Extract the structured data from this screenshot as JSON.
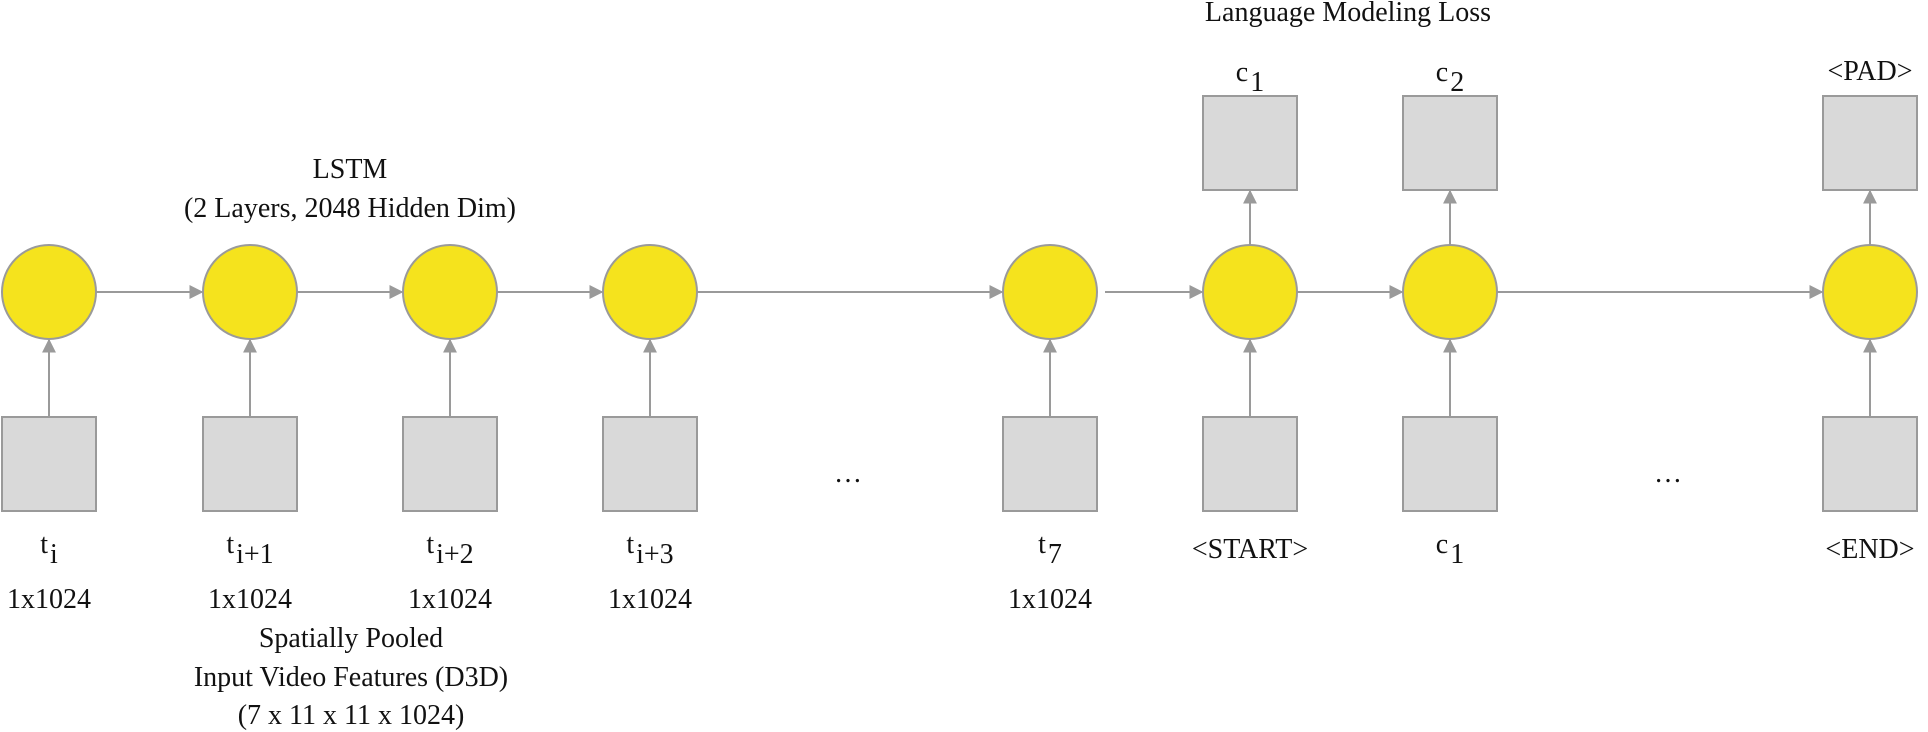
{
  "header": {
    "loss_title": "Language Modeling Loss",
    "lstm_title": "LSTM",
    "lstm_subtitle": "(2 Layers, 2048 Hidden Dim)"
  },
  "footer": {
    "features_line1": "Spatially Pooled",
    "features_line2": "Input Video Features (D3D)",
    "features_line3": "(7 x 11 x 11 x 1024)"
  },
  "inputs": [
    {
      "base": "t",
      "sub": "i",
      "size": "1x1024"
    },
    {
      "base": "t",
      "sub": "i+1",
      "size": "1x1024"
    },
    {
      "base": "t",
      "sub": "i+2",
      "size": "1x1024"
    },
    {
      "base": "t",
      "sub": "i+3",
      "size": "1x1024"
    },
    {
      "base": "t",
      "sub": "7",
      "size": "1x1024"
    },
    {
      "base": "<START>",
      "sub": "",
      "size": ""
    },
    {
      "base": "c",
      "sub": "1",
      "size": ""
    },
    {
      "base": "<END>",
      "sub": "",
      "size": ""
    }
  ],
  "outputs": [
    {
      "base": "c",
      "sub": "1"
    },
    {
      "base": "c",
      "sub": "2"
    },
    {
      "base": "<PAD>",
      "sub": ""
    }
  ],
  "ellipses": [
    "…",
    "…"
  ],
  "colors": {
    "node_fill": "#f5e31d",
    "node_stroke": "#9a9a9a",
    "box_fill": "#d9d9d9",
    "box_stroke": "#9a9a9a",
    "arrow": "#9a9a9a"
  }
}
